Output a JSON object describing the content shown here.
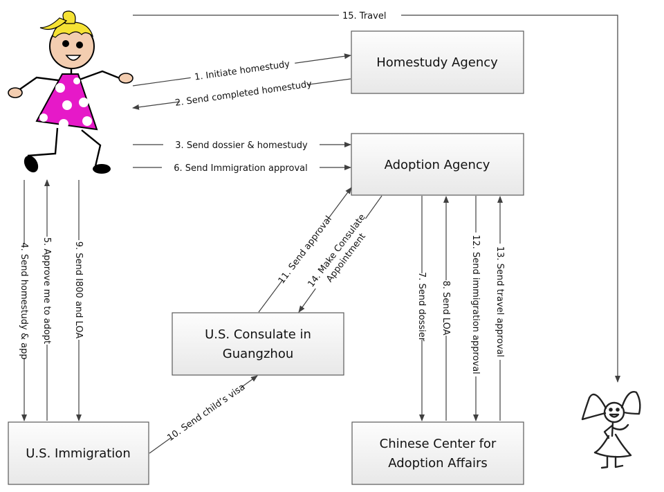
{
  "diagram": {
    "title": "Chinese adoption process flow",
    "nodes": [
      {
        "id": "parent",
        "label": "",
        "kind": "figure",
        "icon": "girl-with-polka-dot-dress-icon"
      },
      {
        "id": "homestudy",
        "label": "Homestudy Agency"
      },
      {
        "id": "adoption",
        "label": "Adoption Agency"
      },
      {
        "id": "consulate",
        "label": "U.S. Consulate in Guangzhou",
        "lines": [
          "U.S. Consulate in",
          "Guangzhou"
        ]
      },
      {
        "id": "immigration",
        "label": "U.S. Immigration"
      },
      {
        "id": "ccaa",
        "label": "Chinese Center for Adoption Affairs",
        "lines": [
          "Chinese Center for",
          "Adoption Affairs"
        ]
      },
      {
        "id": "child",
        "label": "",
        "kind": "figure",
        "icon": "child-stick-figure-icon"
      }
    ],
    "edges": [
      {
        "step": 1,
        "label": "1. Initiate homestudy",
        "from": "parent",
        "to": "homestudy"
      },
      {
        "step": 2,
        "label": "2. Send completed homestudy",
        "from": "homestudy",
        "to": "parent"
      },
      {
        "step": 3,
        "label": "3. Send dossier & homestudy",
        "from": "parent",
        "to": "adoption"
      },
      {
        "step": 4,
        "label": "4. Send homestudy & app",
        "from": "parent",
        "to": "immigration"
      },
      {
        "step": 5,
        "label": "5. Approve me to adopt",
        "from": "immigration",
        "to": "parent"
      },
      {
        "step": 6,
        "label": "6. Send Immigration approval",
        "from": "parent",
        "to": "adoption"
      },
      {
        "step": 7,
        "label": "7. Send dossier",
        "from": "adoption",
        "to": "ccaa"
      },
      {
        "step": 8,
        "label": "8. Send LOA",
        "from": "ccaa",
        "to": "adoption"
      },
      {
        "step": 9,
        "label": "9. Send I800 and LOA",
        "from": "parent",
        "to": "immigration"
      },
      {
        "step": 10,
        "label": "10. Send child’s visa",
        "from": "immigration",
        "to": "consulate"
      },
      {
        "step": 11,
        "label": "11. Send approval",
        "from": "consulate",
        "to": "adoption"
      },
      {
        "step": 12,
        "label": "12. Send immigration approval",
        "from": "adoption",
        "to": "ccaa"
      },
      {
        "step": 13,
        "label": "13. Send travel approval",
        "from": "ccaa",
        "to": "adoption"
      },
      {
        "step": 14,
        "label": "14. Make Consulate Appointment",
        "lines": [
          "14. Make Consulate",
          "Appointment"
        ],
        "from": "adoption",
        "to": "consulate"
      },
      {
        "step": 15,
        "label": "15. Travel",
        "from": "parent",
        "to": "child"
      }
    ],
    "colors": {
      "box_top": "#fdfdfd",
      "box_bottom": "#e9e9e9",
      "box_border": "#595959",
      "line": "#404040",
      "dress": "#e619c8",
      "hair": "#f5e234",
      "skin": "#f3cdb0"
    }
  }
}
